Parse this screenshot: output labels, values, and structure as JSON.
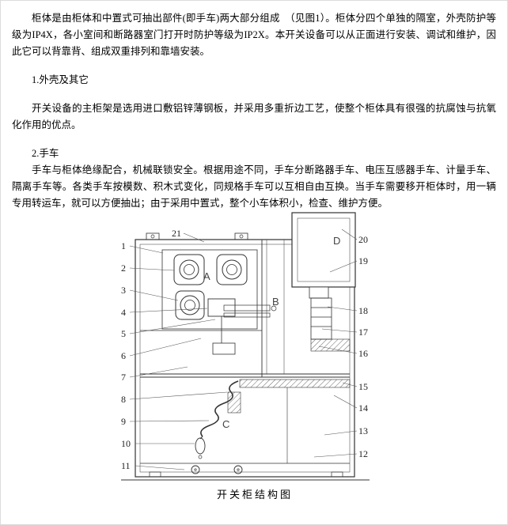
{
  "doc": {
    "p1": "柜体是由柜体和中置式可抽出部件(即手车)两大部分组成　（见图1）。柜体分四个单独的隔室，外壳防护等级为IP4X，各小室间和断路器室门打开时防护等级为IP2X。本开关设备可以从正面进行安装、调试和维护，因此它可以背靠背、组成双重排列和靠墙安装。",
    "h1": "1.外壳及其它",
    "p2": "开关设备的主柜架是选用进口敷铝锌薄钢板，并采用多重折边工艺，使整个柜体具有很强的抗腐蚀与抗氧化作用的优点。",
    "h2": "2.手车",
    "p3": "手车与柜体绝缘配合，机械联锁安全。根据用途不同，手车分断路器手车、电压互感器手车、计量手车、隔离手车等。各类手车按模数、积木式变化，同规格手车可以互相自由互换。当手车需要移开柜体时，用一辆专用转运车，就可以方便抽出；由于采用中置式，整个小车体积小，检查、维护方便。"
  },
  "diagram": {
    "caption": "开关柜结构图",
    "callout_21": "21",
    "left": [
      "1",
      "2",
      "3",
      "4",
      "5",
      "6",
      "7",
      "8",
      "9",
      "10",
      "11"
    ],
    "right": [
      "20",
      "19",
      "18",
      "17",
      "16",
      "15",
      "14",
      "13",
      "12"
    ],
    "label_a": "A",
    "label_b": "B",
    "label_c": "C",
    "label_d": "D"
  }
}
